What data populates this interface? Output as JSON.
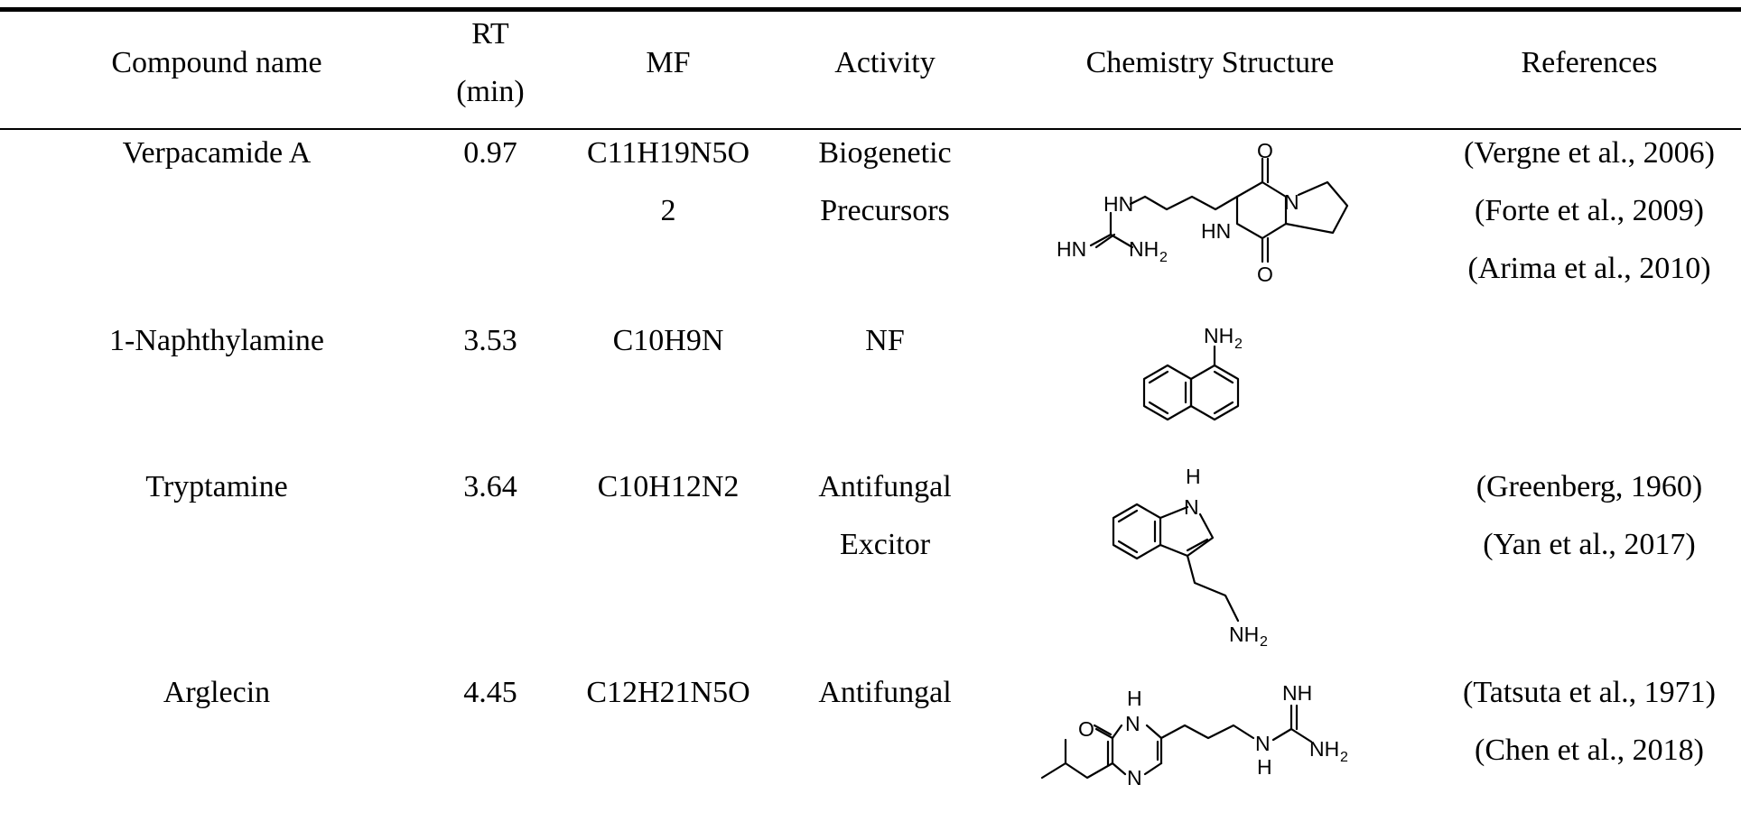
{
  "table": {
    "headers": {
      "compound_name": "Compound name",
      "rt_line1": "RT",
      "rt_line2": "(min)",
      "mf": "MF",
      "activity": "Activity",
      "structure": "Chemistry Structure",
      "references": "References"
    },
    "rows": [
      {
        "name": "Verpacamide A",
        "rt": "0.97",
        "mf_line1": "C11H19N5O",
        "mf_line2": "2",
        "activity_line1": "Biogenetic",
        "activity_line2": "Precursors",
        "refs": [
          "(Vergne et al., 2006)",
          "(Forte et al., 2009)",
          "(Arima et al., 2010)"
        ],
        "structure_labels": {
          "o_top": "O",
          "n_ring": "N",
          "hn_chain": "HN",
          "hn_ring": "HN",
          "hn_left": "HN",
          "nh": "NH",
          "sub2": "2",
          "o_bottom": "O"
        }
      },
      {
        "name": "1-Naphthylamine",
        "rt": "3.53",
        "mf_line1": "C10H9N",
        "activity_line1": "NF",
        "refs": [],
        "structure_labels": {
          "nh": "NH",
          "sub2": "2"
        }
      },
      {
        "name": "Tryptamine",
        "rt": "3.64",
        "mf_line1": "C10H12N2",
        "activity_line1": "Antifungal",
        "activity_line2": "Excitor",
        "refs": [
          "(Greenberg, 1960)",
          "(Yan et al., 2017)"
        ],
        "structure_labels": {
          "h": "H",
          "n": "N",
          "nh": "NH",
          "sub2": "2"
        }
      },
      {
        "name": "Arglecin",
        "rt": "4.45",
        "mf_line1": "C12H21N5O",
        "activity_line1": "Antifungal",
        "refs": [
          "(Tatsuta et al., 1971)",
          "(Chen et al., 2018)"
        ],
        "structure_labels": {
          "o": "O",
          "h_top": "H",
          "n_top": "N",
          "n_bottom": "N",
          "nh_top": "NH",
          "n_chain": "N",
          "h_chain": "H",
          "nh2": "NH",
          "sub2": "2"
        }
      }
    ]
  }
}
